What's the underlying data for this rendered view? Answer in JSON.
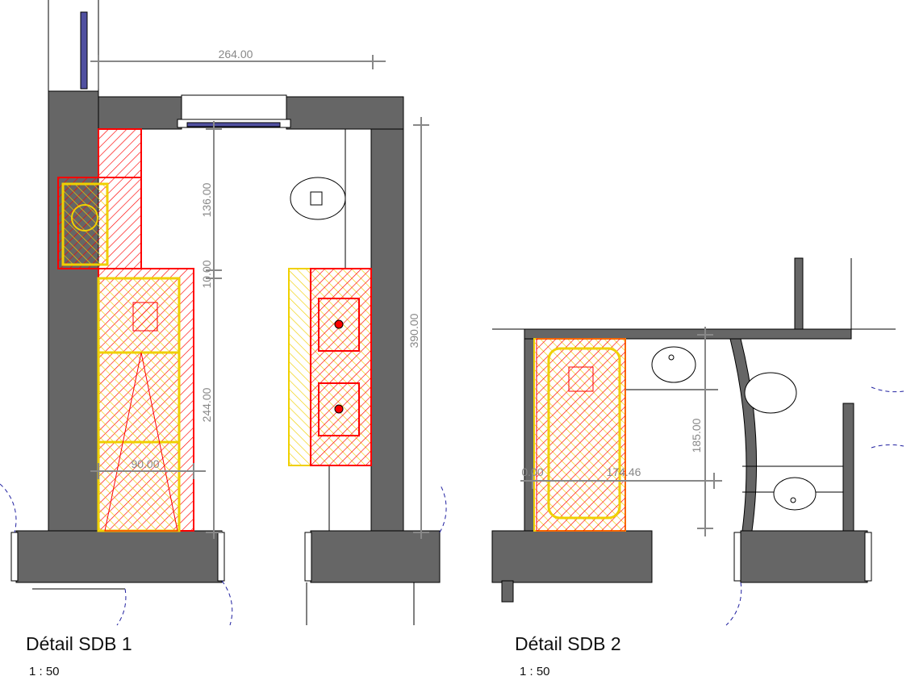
{
  "views": [
    {
      "title": "Détail SDB 1",
      "scale": "1 : 50",
      "dimensions": {
        "top_width": "264.00",
        "total_height": "390.00",
        "upper_height": "136.00",
        "gap": "10.00",
        "lower_height": "244.00",
        "depth": "90.00"
      }
    },
    {
      "title": "Détail SDB 2",
      "scale": "1 : 50",
      "dimensions": {
        "height": "185.00",
        "start": "0.00",
        "width": "174.46"
      }
    }
  ],
  "colors": {
    "wall": "#666666",
    "hatch_red": "#ff0000",
    "hatch_yellow": "#f0d000",
    "dimension": "#888888",
    "window": "#5050a0",
    "door_swing": "#2020a0"
  }
}
